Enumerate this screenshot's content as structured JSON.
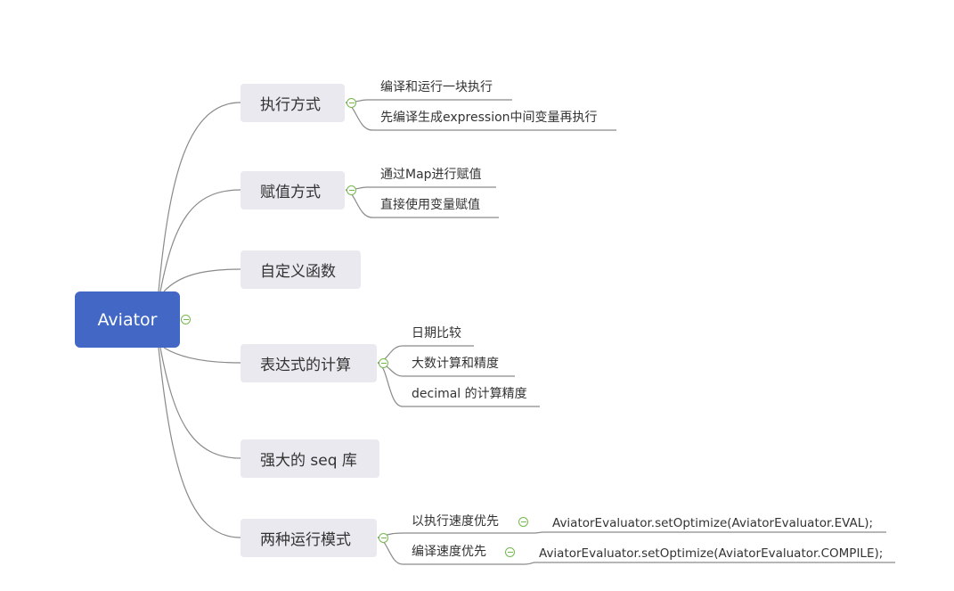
{
  "root": {
    "label": "Aviator"
  },
  "branches": [
    {
      "label": "执行方式",
      "children": [
        "编译和运行一块执行",
        "先编译生成expression中间变量再执行"
      ]
    },
    {
      "label": "赋值方式",
      "children": [
        "通过Map进行赋值",
        "直接使用变量赋值"
      ]
    },
    {
      "label": "自定义函数",
      "children": []
    },
    {
      "label": "表达式的计算",
      "children": [
        "日期比较",
        "大数计算和精度",
        "decimal 的计算精度"
      ]
    },
    {
      "label": "强大的 seq 库",
      "children": []
    },
    {
      "label": "两种运行模式",
      "children": [
        {
          "label": "以执行速度优先",
          "detail": "AviatorEvaluator.setOptimize(AviatorEvaluator.EVAL);"
        },
        {
          "label": "编译速度优先",
          "detail": "AviatorEvaluator.setOptimize(AviatorEvaluator.COMPILE);"
        }
      ]
    }
  ],
  "colors": {
    "root_fill": "#4267c4",
    "branch_fill": "#e9e9ef",
    "line": "#8a8a8a",
    "collapse_toggle": "#75b84d"
  }
}
